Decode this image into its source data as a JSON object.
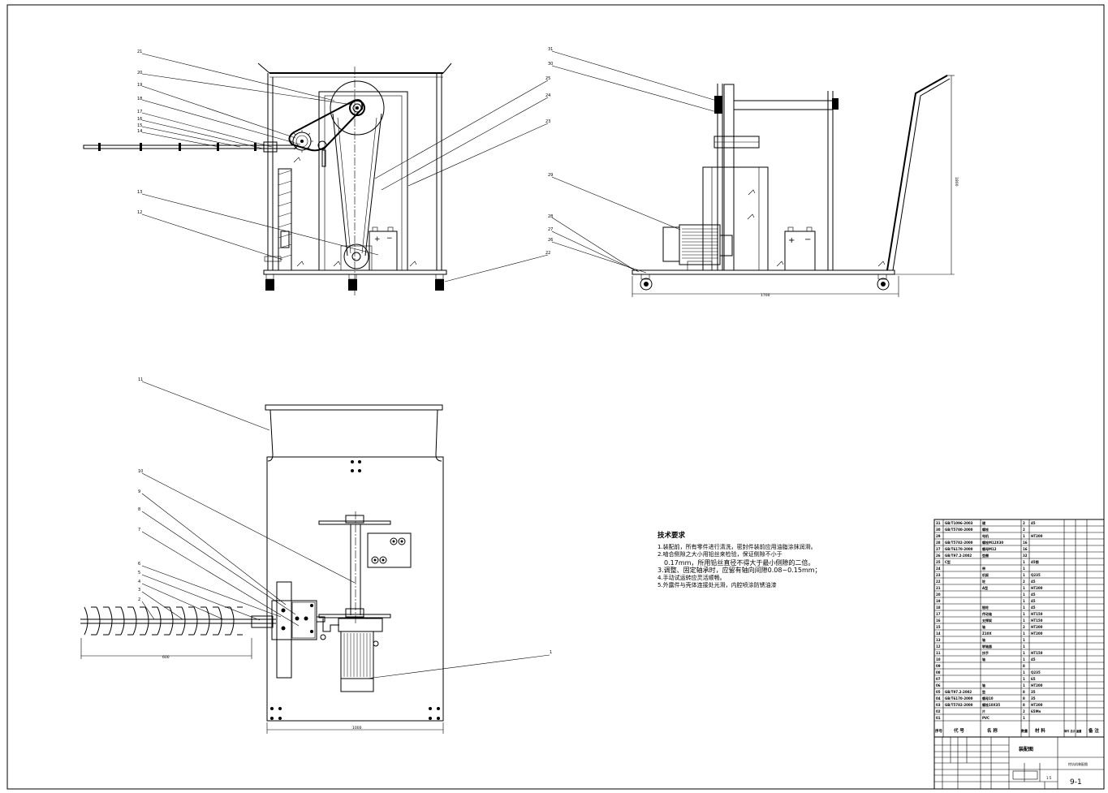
{
  "tech": {
    "title": "技术要求",
    "lines": [
      "1.装配前，所有零件进行清洗，密封件装前应用油脂涂抹润滑。",
      "2.啮合侧隙之大小用铅丝来检验，保证侧隙不小于",
      "0.17mm，所用铅丝直径不得大于最小侧隙的二倍。",
      "3.调整、固定轴承时，应留有轴向间隙0.08~0.15mm；",
      "4.手动试运转应灵活顺畅。",
      "5.外露件与壳体连接处光滑，内腔喷涂防锈油漆"
    ]
  },
  "callouts": {
    "front": [
      "21",
      "20",
      "19",
      "18",
      "17",
      "16",
      "15",
      "14",
      "13",
      "12"
    ],
    "front_right": [
      "25",
      "24",
      "23",
      "22"
    ],
    "side": [
      "31",
      "30",
      "29",
      "28",
      "27",
      "26"
    ],
    "top": [
      "11",
      "10",
      "9",
      "8",
      "7",
      "6",
      "5",
      "4",
      "3",
      "2"
    ],
    "top_right": [
      "1"
    ]
  },
  "dims": {
    "side_height": "1800",
    "side_length": "1700",
    "top_width": "1000",
    "auger_length": "600"
  },
  "bom": {
    "rows": [
      {
        "no": "31",
        "code": "GB/T1096-2003",
        "name": "键",
        "qty": "2",
        "mat": "45"
      },
      {
        "no": "30",
        "code": "GB/T5780-2000",
        "name": "螺栓",
        "qty": "2",
        "mat": ""
      },
      {
        "no": "29",
        "code": "",
        "name": "电机",
        "qty": "1",
        "mat": "HT200"
      },
      {
        "no": "28",
        "code": "GB/T5782-2000",
        "name": "螺栓M12X30",
        "qty": "16",
        "mat": ""
      },
      {
        "no": "27",
        "code": "GB/T6170-2000",
        "name": "螺母M12",
        "qty": "16",
        "mat": ""
      },
      {
        "no": "26",
        "code": "GB/T97.2-2002",
        "name": "垫圈",
        "qty": "32",
        "mat": ""
      },
      {
        "no": "25",
        "code": "C型",
        "name": "",
        "qty": "1",
        "mat": "45钢"
      },
      {
        "no": "24",
        "code": "",
        "name": "带",
        "qty": "1",
        "mat": ""
      },
      {
        "no": "23",
        "code": "",
        "name": "机架",
        "qty": "1",
        "mat": "Q235"
      },
      {
        "no": "22",
        "code": "",
        "name": "轮",
        "qty": "2",
        "mat": "45"
      },
      {
        "no": "21",
        "code": "",
        "name": "A型",
        "qty": "1",
        "mat": "HT200"
      },
      {
        "no": "20",
        "code": "",
        "name": "",
        "qty": "1",
        "mat": "45"
      },
      {
        "no": "19",
        "code": "",
        "name": "",
        "qty": "1",
        "mat": "45"
      },
      {
        "no": "18",
        "code": "",
        "name": "链轮",
        "qty": "1",
        "mat": "45"
      },
      {
        "no": "17",
        "code": "",
        "name": "传动轴",
        "qty": "1",
        "mat": "HT150"
      },
      {
        "no": "16",
        "code": "",
        "name": "支撑架",
        "qty": "1",
        "mat": "HT150"
      },
      {
        "no": "15",
        "code": "",
        "name": "轴",
        "qty": "2",
        "mat": "HT200"
      },
      {
        "no": "14",
        "code": "",
        "name": "Z10X",
        "qty": "1",
        "mat": "HT200"
      },
      {
        "no": "13",
        "code": "",
        "name": "轴",
        "qty": "1",
        "mat": ""
      },
      {
        "no": "12",
        "code": "",
        "name": "联轴器",
        "qty": "1",
        "mat": ""
      },
      {
        "no": "11",
        "code": "",
        "name": "扶手",
        "qty": "1",
        "mat": "HT150"
      },
      {
        "no": "10",
        "code": "",
        "name": "轴",
        "qty": "1",
        "mat": "45"
      },
      {
        "no": "09",
        "code": "",
        "name": "",
        "qty": "8",
        "mat": ""
      },
      {
        "no": "08",
        "code": "",
        "name": "",
        "qty": "1",
        "mat": "Q235"
      },
      {
        "no": "07",
        "code": "",
        "name": "",
        "qty": "1",
        "mat": "65"
      },
      {
        "no": "06",
        "code": "",
        "name": "轴",
        "qty": "1",
        "mat": "HT200"
      },
      {
        "no": "05",
        "code": "GB/T97.2-2002",
        "name": "垫",
        "qty": "8",
        "mat": "35"
      },
      {
        "no": "04",
        "code": "GB/T6170-2000",
        "name": "螺母10",
        "qty": "8",
        "mat": "35"
      },
      {
        "no": "03",
        "code": "GB/T5782-2000",
        "name": "螺栓10X35",
        "qty": "8",
        "mat": "HT200"
      },
      {
        "no": "02",
        "code": "",
        "name": "片",
        "qty": "2",
        "mat": "65Mn"
      },
      {
        "no": "01",
        "code": "",
        "name": "PVC",
        "qty": "1",
        "mat": ""
      }
    ],
    "header": {
      "no": "序号",
      "code": "代 号",
      "name": "名 称",
      "qty": "数量",
      "mat": "材 料",
      "weight": "单件 总计 重量",
      "remark": "备 注"
    },
    "title_block": {
      "drawing_name": "装配图",
      "product": "挖坑机装配图",
      "sheet": "9-1",
      "scale": "1:5"
    }
  }
}
